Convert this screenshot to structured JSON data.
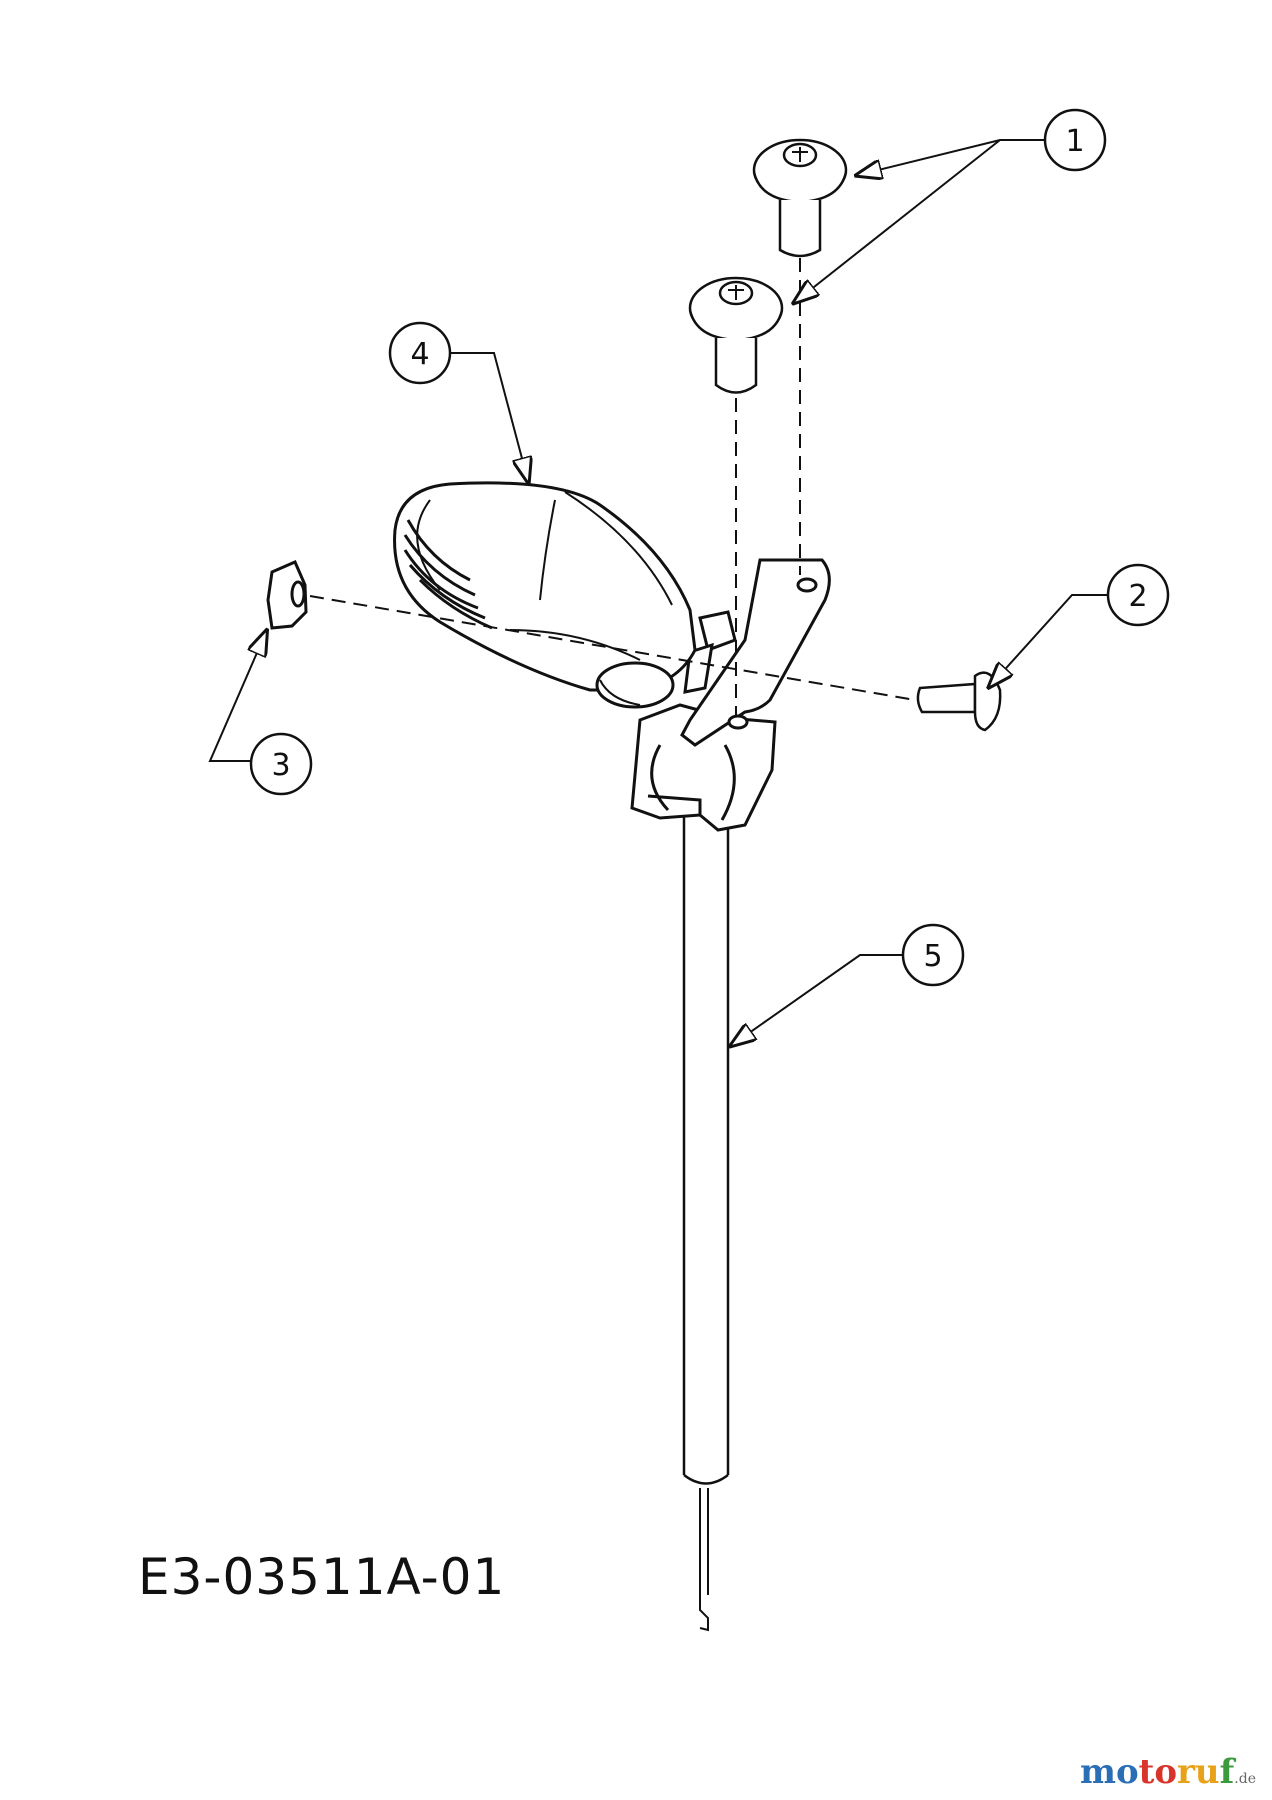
{
  "callouts": [
    {
      "id": "callout-1",
      "label": "1"
    },
    {
      "id": "callout-2",
      "label": "2"
    },
    {
      "id": "callout-3",
      "label": "3"
    },
    {
      "id": "callout-4",
      "label": "4"
    },
    {
      "id": "callout-5",
      "label": "5"
    }
  ],
  "drawing_code": "E3-03511A-01",
  "watermark": {
    "part1": "mo",
    "part2": "to",
    "part3": "ru",
    "part4": "f",
    "suffix": ".de"
  },
  "colors": {
    "line": "#111111",
    "background": "#ffffff"
  }
}
